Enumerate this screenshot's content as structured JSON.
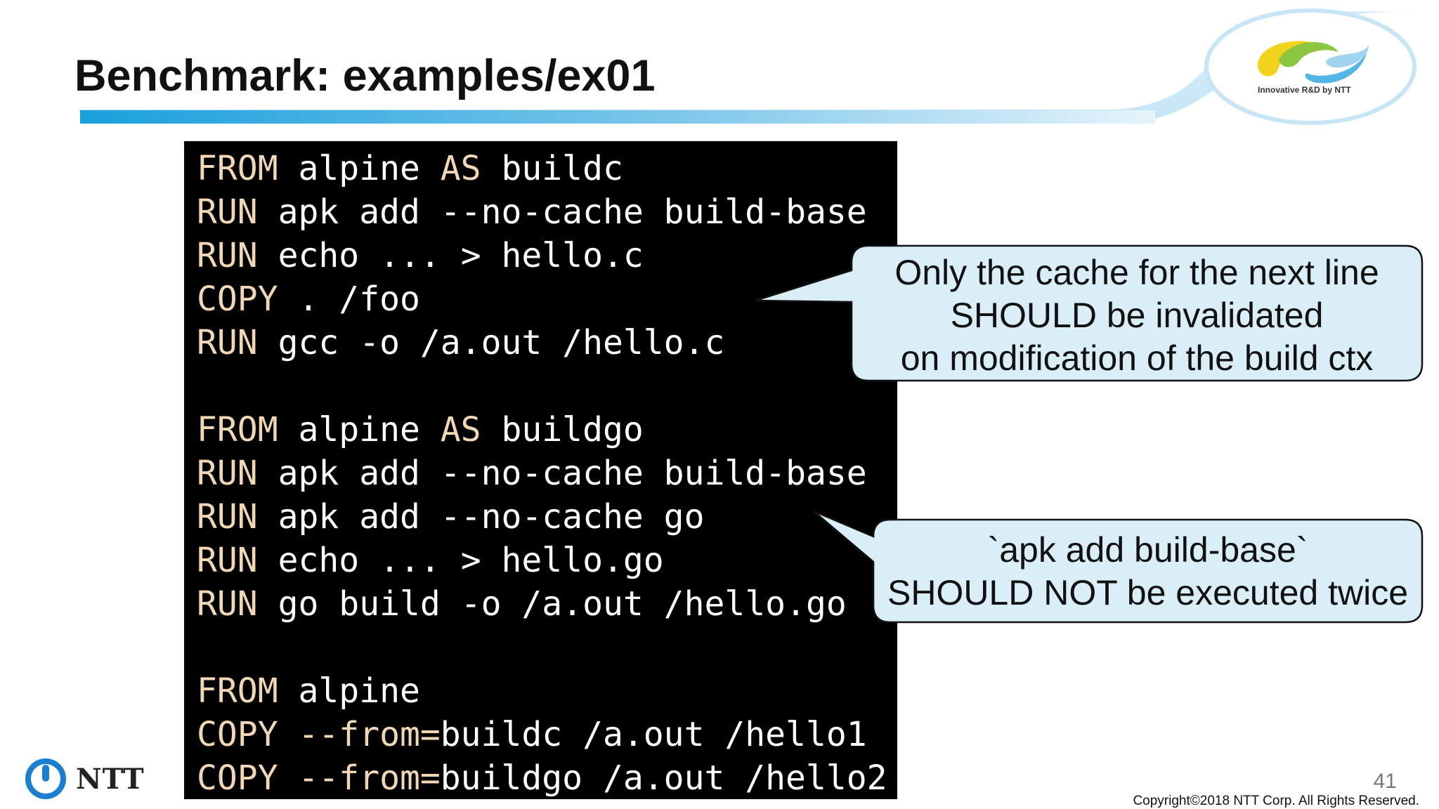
{
  "slide": {
    "title": "Benchmark: examples/ex01",
    "logo_tagline": "Innovative R&D by NTT",
    "brand": "NTT",
    "page_number": "41",
    "copyright": "Copyright©2018  NTT Corp. All Rights Reserved."
  },
  "code": {
    "lines": [
      {
        "kw": "FROM",
        "rest": " alpine ",
        "kw2": "AS",
        "rest2": " buildc"
      },
      {
        "kw": "RUN",
        "rest": " apk add --no-cache build-base"
      },
      {
        "kw": "RUN",
        "rest": " echo ... > hello.c"
      },
      {
        "kw": "COPY",
        "rest": " . /foo"
      },
      {
        "kw": "RUN",
        "rest": " gcc -o /a.out /hello.c"
      },
      {
        "kw": "FROM",
        "rest": " alpine ",
        "kw2": "AS",
        "rest2": " buildgo"
      },
      {
        "kw": "RUN",
        "rest": " apk add --no-cache build-base"
      },
      {
        "kw": "RUN",
        "rest": " apk add --no-cache go"
      },
      {
        "kw": "RUN",
        "rest": " echo ... > hello.go"
      },
      {
        "kw": "RUN",
        "rest": " go build -o /a.out /hello.go"
      },
      {
        "kw": "FROM",
        "rest": " alpine"
      },
      {
        "kw": "COPY",
        "kw_b": " --from=",
        "rest": "buildc /a.out /hello1"
      },
      {
        "kw": "COPY",
        "kw_b": " --from=",
        "rest": "buildgo /a.out /hello2"
      }
    ]
  },
  "callouts": {
    "cache": {
      "line1": "Only the cache for the next line",
      "line2": "SHOULD be invalidated",
      "line3": "on modification of the build ctx"
    },
    "apk": {
      "line1": "`apk add build-base`",
      "line2": "SHOULD NOT be executed twice"
    }
  },
  "colors": {
    "keyword": "#f2d7b5",
    "callout_fill": "#d9eef7",
    "accent_blue": "#1fa3dc"
  }
}
